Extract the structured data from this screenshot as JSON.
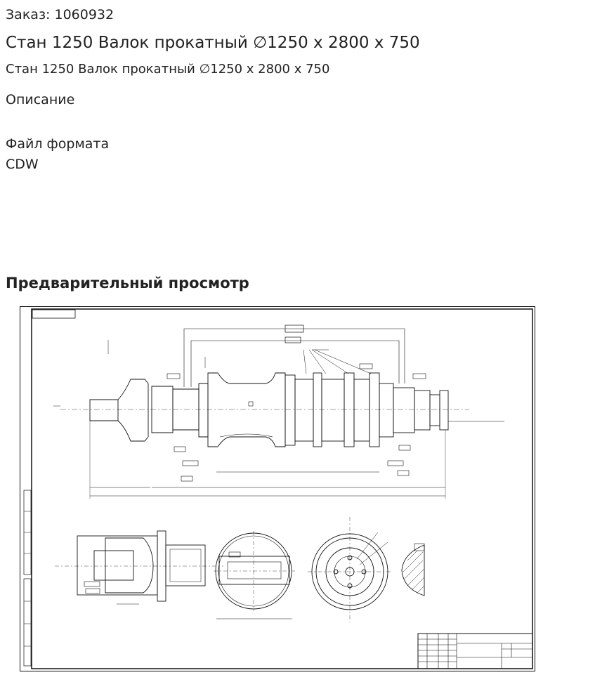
{
  "order": {
    "text": "Заказ: 1060932"
  },
  "product": {
    "title": "Стан 1250 Валок прокатный ∅1250 x 2800 x 750",
    "subtitle": "Стан 1250 Валок прокатный ∅1250 x 2800 x 750"
  },
  "description": {
    "label": "Описание"
  },
  "file_format": {
    "label": "Файл формата",
    "value": "CDW"
  },
  "preview": {
    "heading": "Предварительный просмотр"
  },
  "colors": {
    "text": "#222222",
    "drawing_line": "#111111",
    "background": "#ffffff"
  }
}
